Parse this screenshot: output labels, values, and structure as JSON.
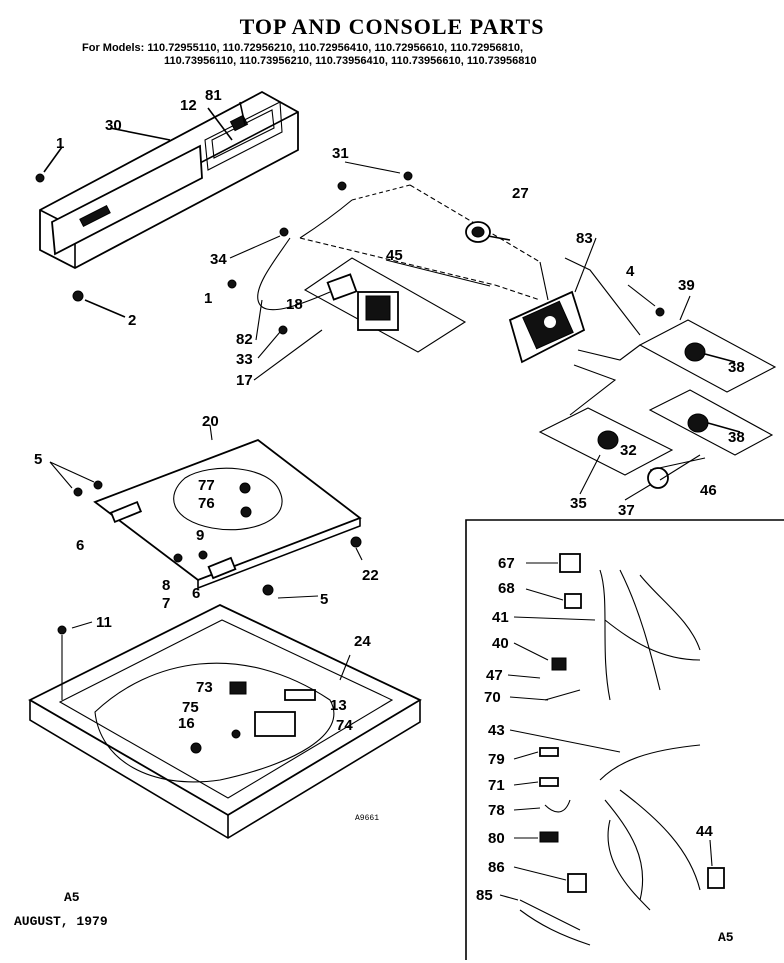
{
  "title": "TOP AND CONSOLE PARTS",
  "models_line1": "For Models: 110.72955110, 110.72956210, 110.72956410, 110.72956610, 110.72956810,",
  "models_line2": "110.73956110, 110.73956210, 110.73956410, 110.73956610, 110.73956810",
  "footer_code_left": "A5",
  "footer_date": "AUGUST, 1979",
  "footer_code_right": "A5",
  "drawing_number": "A9661",
  "callouts": [
    "1",
    "2",
    "4",
    "5",
    "6",
    "7",
    "8",
    "9",
    "11",
    "12",
    "13",
    "16",
    "17",
    "18",
    "20",
    "22",
    "24",
    "27",
    "30",
    "31",
    "32",
    "33",
    "34",
    "35",
    "37",
    "38",
    "39",
    "40",
    "41",
    "43",
    "44",
    "45",
    "46",
    "47",
    "67",
    "68",
    "70",
    "71",
    "73",
    "74",
    "75",
    "76",
    "77",
    "78",
    "79",
    "80",
    "81",
    "82",
    "83",
    "85",
    "86"
  ],
  "callout_text": {
    "c1a": "1",
    "c1b": "1",
    "c2": "2",
    "c4": "4",
    "c5a": "5",
    "c5b": "5",
    "c6a": "6",
    "c6b": "6",
    "c7": "7",
    "c8": "8",
    "c9": "9",
    "c11": "11",
    "c12": "12",
    "c13": "13",
    "c16": "16",
    "c17": "17",
    "c18": "18",
    "c20": "20",
    "c22": "22",
    "c24": "24",
    "c27": "27",
    "c30": "30",
    "c31": "31",
    "c32": "32",
    "c33": "33",
    "c34": "34",
    "c35": "35",
    "c37": "37",
    "c38a": "38",
    "c38b": "38",
    "c39": "39",
    "c40": "40",
    "c41": "41",
    "c43": "43",
    "c44": "44",
    "c45": "45",
    "c46": "46",
    "c47": "47",
    "c67": "67",
    "c68": "68",
    "c70": "70",
    "c71": "71",
    "c73": "73",
    "c74": "74",
    "c75": "75",
    "c76": "76",
    "c77": "77",
    "c78": "78",
    "c79": "79",
    "c80": "80",
    "c81": "81",
    "c82": "82",
    "c83": "83",
    "c85": "85",
    "c86": "86"
  }
}
